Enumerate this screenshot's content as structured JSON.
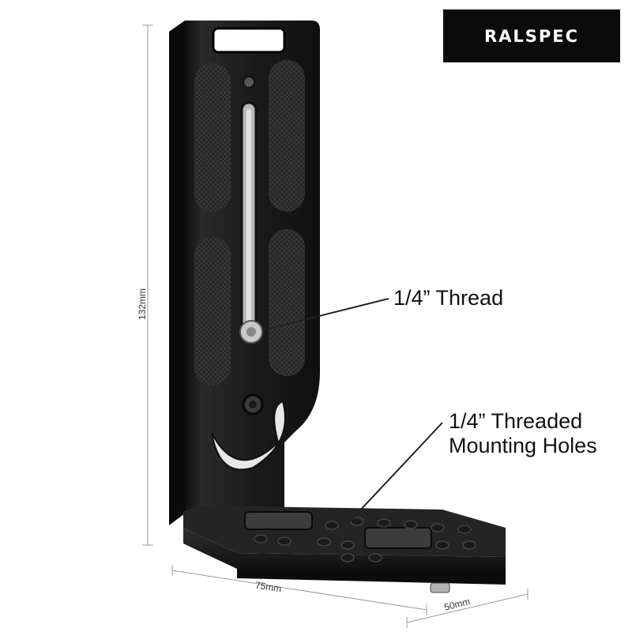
{
  "brand": {
    "name": "RALSPEC",
    "bg_color": "#0b0b0b",
    "text_color": "#ffffff"
  },
  "callouts": {
    "thread": "1/4” Thread",
    "mounting_holes_line1": "1/4” Threaded",
    "mounting_holes_line2": "Mounting Holes"
  },
  "dimensions": {
    "height": "132mm",
    "width": "75mm",
    "depth": "50mm"
  },
  "colors": {
    "bracket": "#1a1a1a",
    "grip": "#2b2b2b",
    "metal": "#c8c8c8"
  }
}
